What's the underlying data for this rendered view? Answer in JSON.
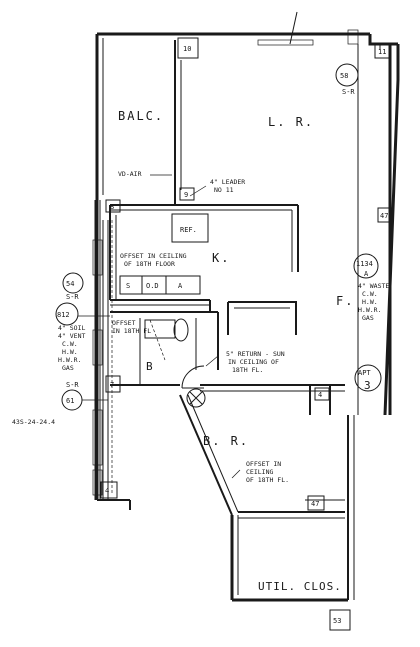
{
  "rooms": {
    "balcony": "BALC.",
    "living_room": "L. R.",
    "kitchen": "K.",
    "foyer": "F.",
    "bedroom": "B. R.",
    "bath": "B",
    "utility_closet": "UTIL. CLOS."
  },
  "tags": {
    "top_left_box": "10",
    "right_column_top": "11",
    "right_column_mid": "47",
    "small_9": "9",
    "small_8": "8",
    "small_7": "7",
    "small_4": "4",
    "small_4b": "4",
    "small_47": "47",
    "small_53": "53",
    "small_ref": "REF.",
    "small_s": "S",
    "small_od": "O.D",
    "small_a": "A"
  },
  "circles": {
    "c58": "58",
    "c58_sub": "S-R",
    "c54": "54",
    "c54_sub": "S-R",
    "c812": "812",
    "c61": "61",
    "c61_sub": "S-R",
    "apt_top": "APT",
    "apt_num": "3",
    "c1134": "1134",
    "c1134_sub": "A"
  },
  "notes": {
    "vd_air": "VD-AIR",
    "leader": "4\" LEADER",
    "leader2": "NO 11",
    "offset_kitchen_1": "OFFSET IN CEILING",
    "offset_kitchen_2": "OF 18TH FLOOR",
    "offset_bath_1": "OFFSET",
    "offset_bath_2": "IN 18TH FL",
    "return_1": "5\" RETURN - SUN",
    "return_2": "IN CEILING OF",
    "return_3": "18TH FL.",
    "offset_br_1": "OFFSET IN",
    "offset_br_2": "CEILING",
    "offset_br_3": "OF 18TH FL.",
    "waste_1": "4\" WASTE",
    "waste_2": "C.W.",
    "waste_3": "H.W.",
    "waste_4": "H.W.R.",
    "waste_5": "GAS",
    "soil_1": "4\" SOIL",
    "soil_2": "4\" VENT",
    "soil_3": "C.W.",
    "soil_4": "H.W.",
    "soil_5": "H.W.R.",
    "soil_6": "GAS",
    "dims": "43S-24-24.4"
  },
  "colors": {
    "ink": "#1a1a1a",
    "paper": "#ffffff"
  }
}
